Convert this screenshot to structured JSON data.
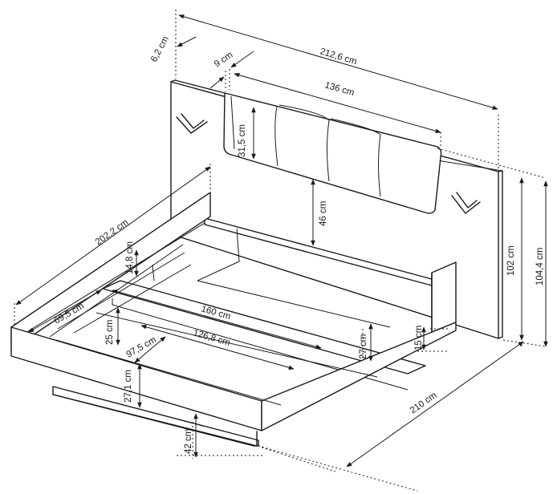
{
  "dimensions": {
    "d_6_2": "6,2 cm",
    "d_9": "9 cm",
    "d_212_6": "212,6 cm",
    "d_136": "136 cm",
    "d_31_5": "31,5 cm",
    "d_46": "46 cm",
    "d_102": "102 cm",
    "d_104_4": "104,4 cm",
    "d_202_2": "202,2 cm",
    "d_14_8": "14,8 cm",
    "d_69_5": "69,5 cm",
    "d_160": "160 cm",
    "d_25": "25 cm",
    "d_126_8": "126,8 cm",
    "d_97_5": "97,5 cm",
    "d_27": "27 cm",
    "d_15": "15 cm",
    "d_27_1": "27,1 cm",
    "d_210": "210 cm",
    "d_42": "42 cm"
  },
  "colors": {
    "line": "#1a1a1a",
    "background": "#ffffff"
  }
}
